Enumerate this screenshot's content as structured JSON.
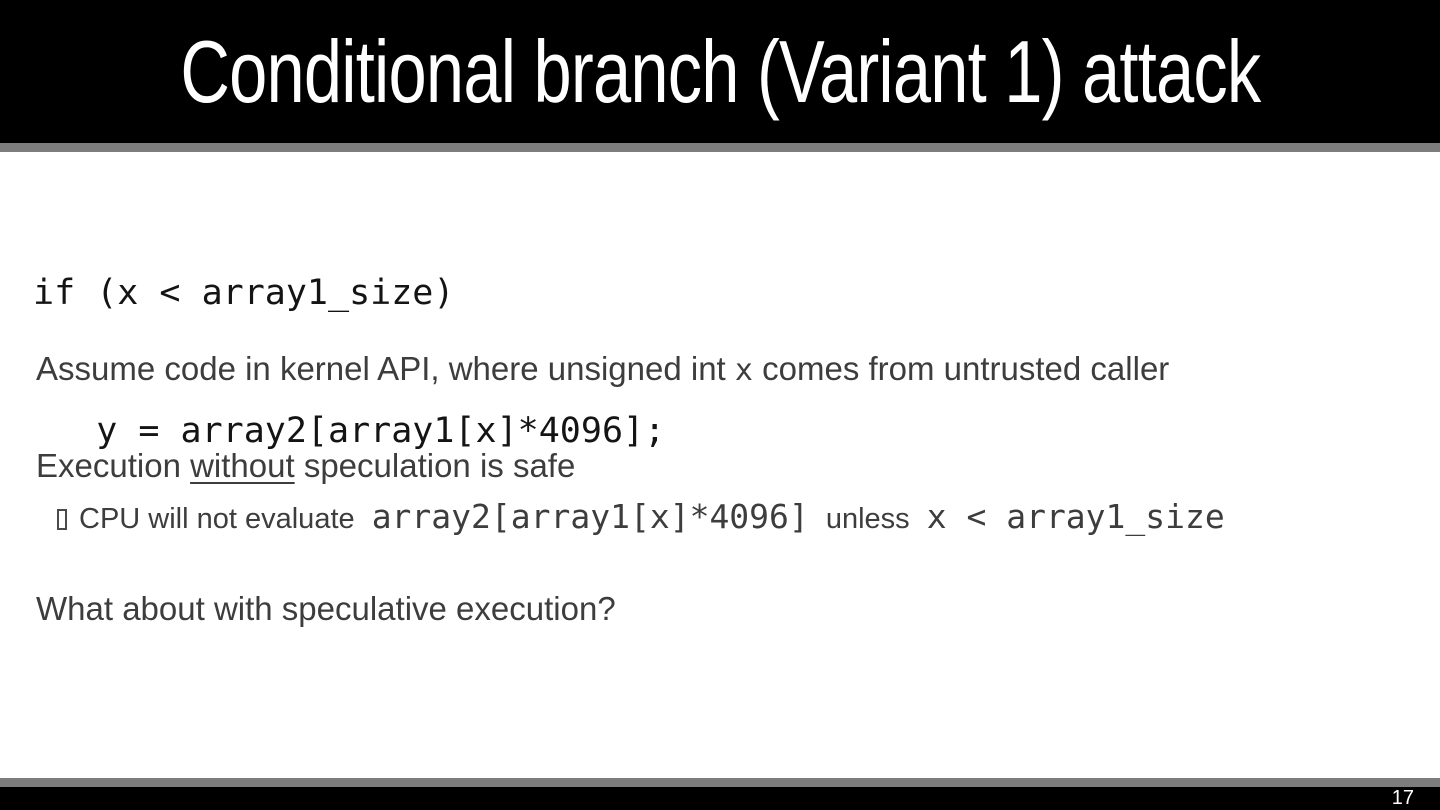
{
  "slide": {
    "title": "Conditional branch (Variant 1) attack",
    "page_number": "17",
    "code_block": {
      "line1": "if (x < array1_size)",
      "line2": "   y = array2[array1[x]*4096];"
    },
    "body": {
      "assume": {
        "prefix": "Assume code in kernel API, where unsigned int ",
        "code": "x",
        "suffix": " comes from untrusted caller"
      },
      "execution": {
        "prefix": "Execution ",
        "underlined": "without",
        "suffix": " speculation is safe"
      },
      "bullet": {
        "text_before": "CPU will not evaluate ",
        "code1": "array2[array1[x]*4096]",
        "text_middle": " unless ",
        "code2": "x < array1_size"
      },
      "question": "What about with speculative execution?"
    }
  },
  "colors": {
    "header_background": "#000000",
    "footer_background": "#000000",
    "divider_gray": "#7d7d7d",
    "title_text": "#ffffff",
    "body_text": "#3d3d3d",
    "code_text": "#141414",
    "page_number_text": "#ffffff"
  }
}
